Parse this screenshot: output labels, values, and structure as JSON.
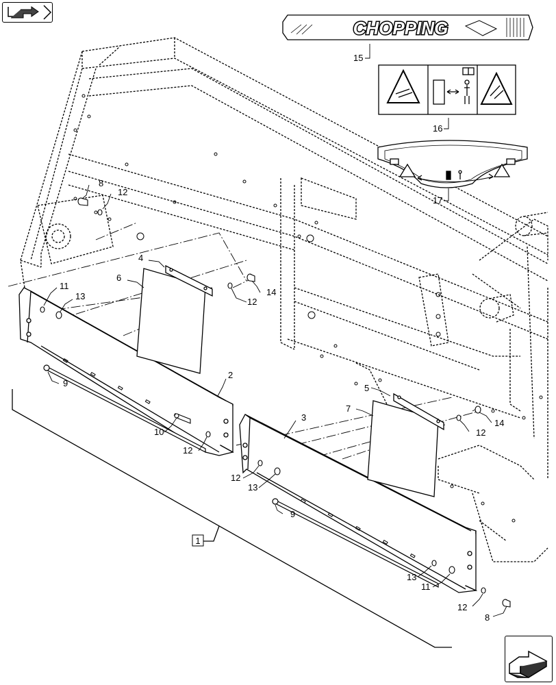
{
  "decal_text": "CHOPPING",
  "callouts": {
    "c1": "1",
    "c2": "2",
    "c3": "3",
    "c4": "4",
    "c5": "5",
    "c6": "6",
    "c7": "7",
    "c8a": "8",
    "c8b": "8",
    "c9a": "9",
    "c9b": "9",
    "c10": "10",
    "c11a": "11",
    "c11b": "11",
    "c12a": "12",
    "c12b": "12",
    "c12c": "12",
    "c12d": "12",
    "c12e": "12",
    "c12f": "12",
    "c13a": "13",
    "c13b": "13",
    "c13c": "13",
    "c14a": "14",
    "c14b": "14",
    "c15": "15",
    "c16": "16",
    "c17": "17"
  },
  "icons": {
    "back": "return-arrow-icon",
    "next": "forward-arrow-icon",
    "manual": "book-icon",
    "warning": "warning-triangle-icon"
  }
}
